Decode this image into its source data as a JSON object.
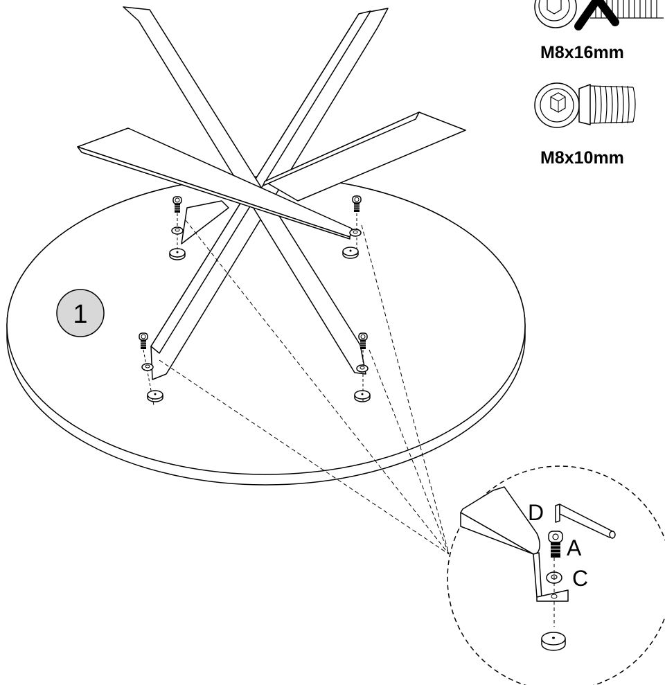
{
  "step": {
    "number": "1"
  },
  "screws": [
    {
      "size": "M8x16mm",
      "status": "not-used",
      "icon": "crossed-out-bolt"
    },
    {
      "size": "M8x10mm",
      "status": "used",
      "icon": "hex-socket-bolt"
    }
  ],
  "detail": {
    "parts": [
      {
        "letter": "D",
        "icon": "allen-key"
      },
      {
        "letter": "A",
        "icon": "hex-socket-bolt"
      },
      {
        "letter": "C",
        "icon": "washer"
      }
    ]
  }
}
